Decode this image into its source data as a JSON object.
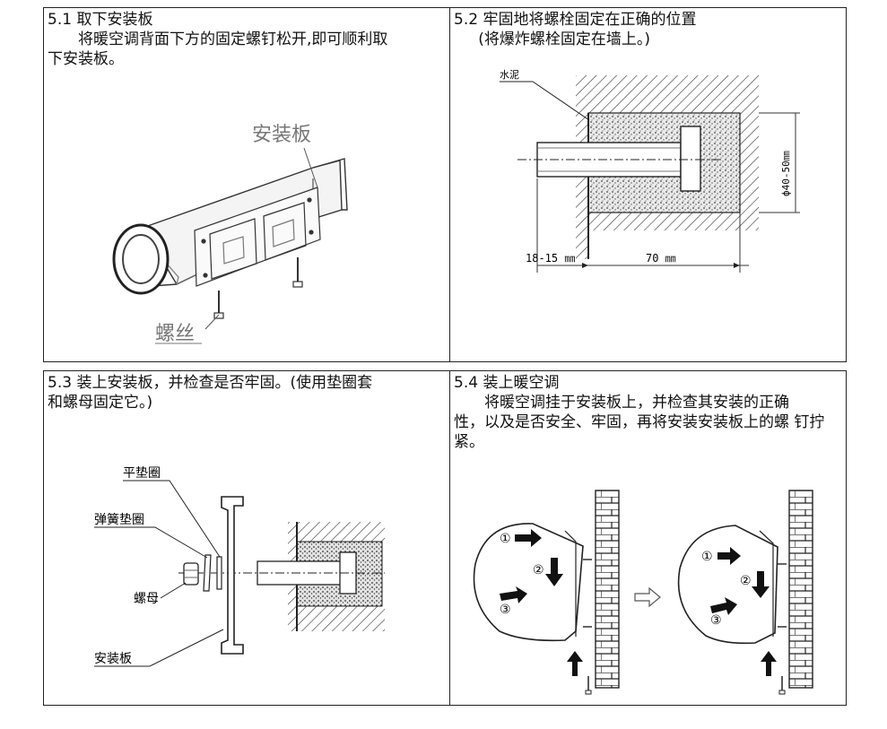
{
  "panels": {
    "p1": {
      "title": "5.1 取下安装板",
      "body_line1": "将暖空调背面下方的固定螺钉松开,即可顺利取",
      "body_line2": "下安装板。",
      "label_plate": "安装板",
      "label_screw": "螺丝"
    },
    "p2": {
      "title": "5.2 牢固地将螺栓固定在正确的位置",
      "body": "(将爆炸螺栓固定在墙上。)",
      "label_cement": "水泥",
      "dim_diameter": "ф40-50㎜",
      "dim_left": "18-15 ㎜",
      "dim_right": "70 ㎜"
    },
    "p3": {
      "title": "5.3 装上安装板，并检查是否牢固。(使用垫圈套",
      "body": "和螺母固定它。)",
      "label_flat_washer": "平垫圈",
      "label_spring_washer": "弹簧垫圈",
      "label_nut": "螺母",
      "label_plate": "安装板"
    },
    "p4": {
      "title": "5.4 装上暖空调",
      "body_line1": "将暖空调挂于安装板上，并检查其安装的正确",
      "body_line2": "性，以及是否安全、牢固，再将安装安装板上的螺",
      "body_line3": "钉拧紧。",
      "step1": "①",
      "step2": "②",
      "step3": "③"
    }
  }
}
